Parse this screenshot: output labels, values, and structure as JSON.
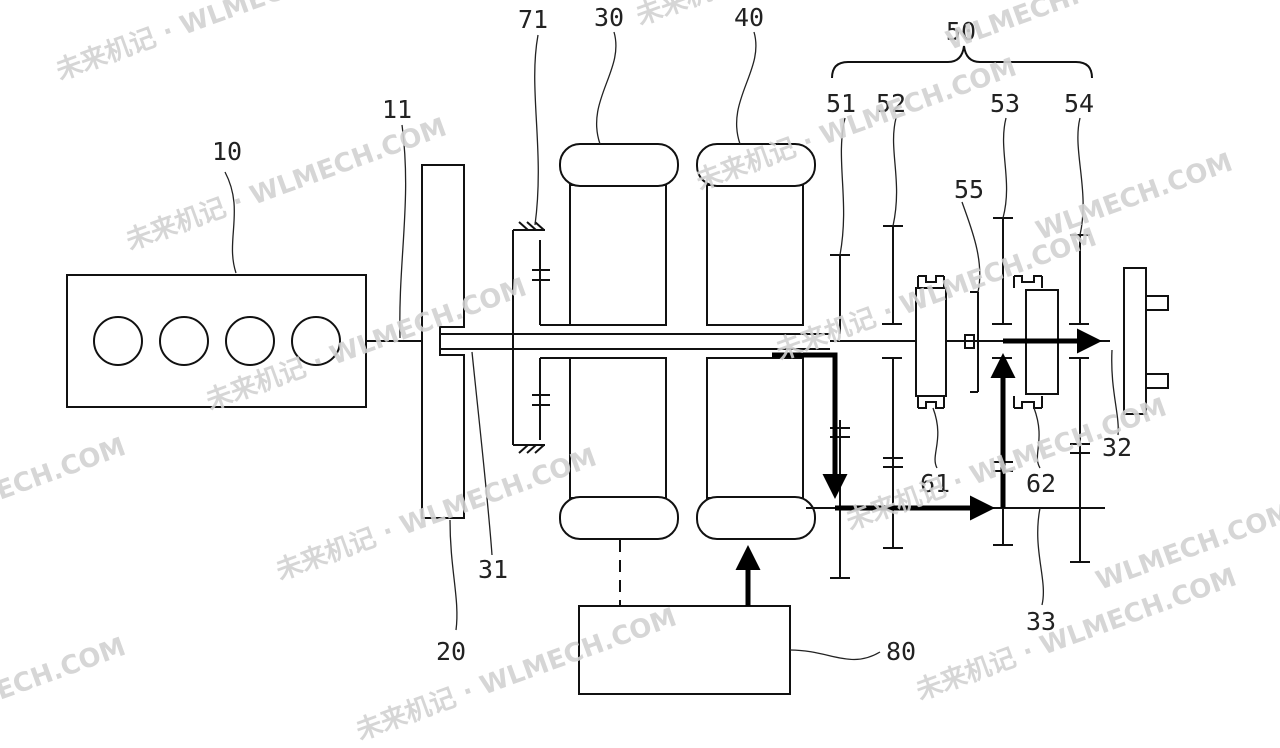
{
  "labels": {
    "engine": "10",
    "engine_shaft": "11",
    "damper": "20",
    "motor1": "30",
    "motor2": "40",
    "shaft_in": "31",
    "shaft_out": "32",
    "shaft_counter": "33",
    "gearset": "50",
    "gear51": "51",
    "gear52": "52",
    "gear53": "53",
    "gear54": "54",
    "gear55": "55",
    "sync61": "61",
    "sync62": "62",
    "brake71": "71",
    "controller": "80"
  },
  "watermark": {
    "text_a": "未来机记 · WLMECH.COM",
    "text_b": "WLMECH.COM",
    "text_c": "ECH.COM"
  }
}
